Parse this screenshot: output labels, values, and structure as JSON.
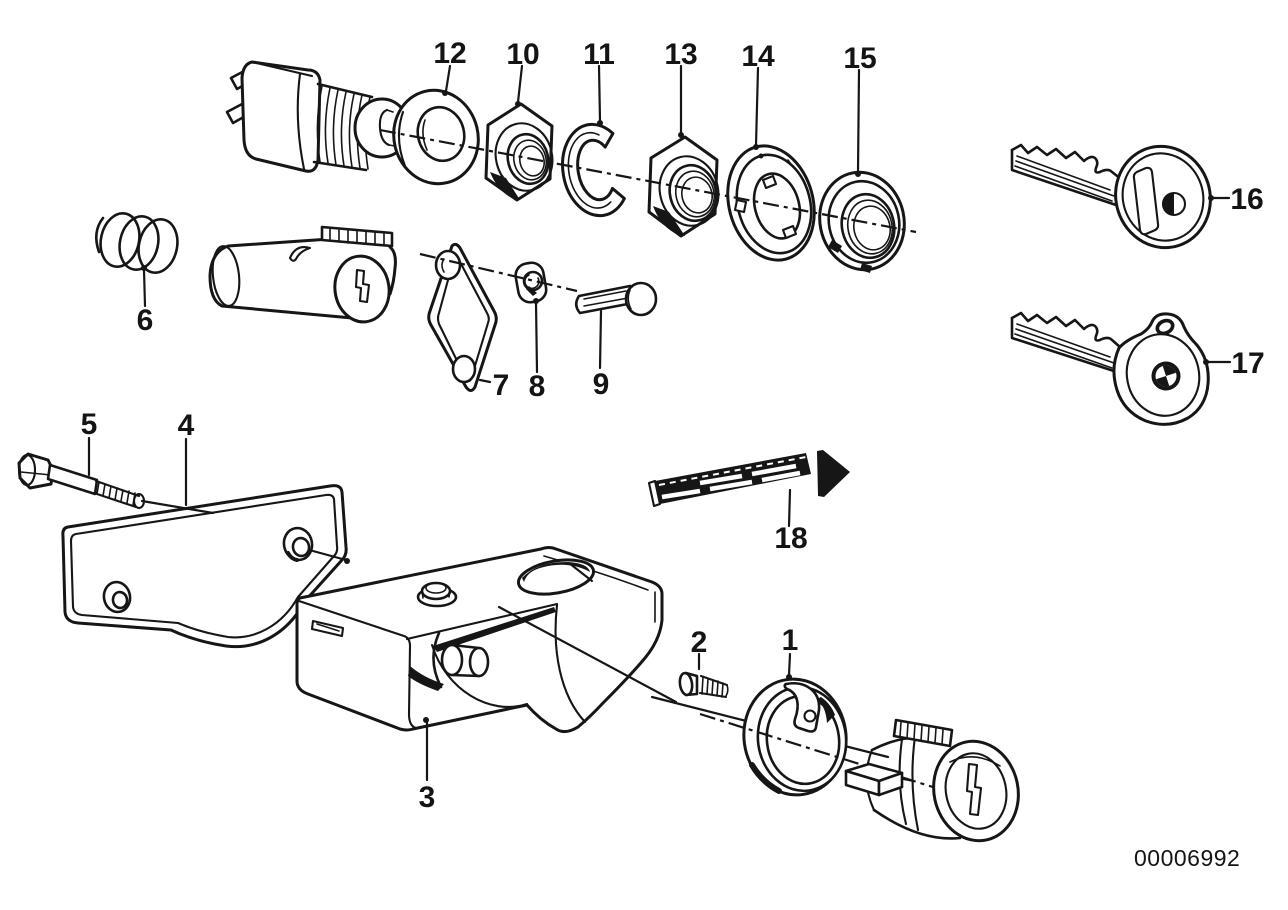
{
  "diagram": {
    "kind": "exploded-parts-diagram",
    "drawing_number": "00006992",
    "colors": {
      "background": "#ffffff",
      "line": "#161616"
    },
    "callouts": [
      {
        "label": "1",
        "part": "retaining-ring"
      },
      {
        "label": "2",
        "part": "fastening-screw"
      },
      {
        "label": "3",
        "part": "lock-bracket-housing"
      },
      {
        "label": "4",
        "part": "cover-plate"
      },
      {
        "label": "5",
        "part": "hex-bolt"
      },
      {
        "label": "6",
        "part": "coil-spring"
      },
      {
        "label": "7",
        "part": "gasket-plate"
      },
      {
        "label": "8",
        "part": "grommet-nut"
      },
      {
        "label": "9",
        "part": "pivot-pin"
      },
      {
        "label": "10",
        "part": "hex-nut"
      },
      {
        "label": "11",
        "part": "spring-washer"
      },
      {
        "label": "12",
        "part": "spacer-ring"
      },
      {
        "label": "13",
        "part": "hex-nut"
      },
      {
        "label": "14",
        "part": "lock-washer"
      },
      {
        "label": "15",
        "part": "slotted-ring-nut"
      },
      {
        "label": "16",
        "part": "key"
      },
      {
        "label": "17",
        "part": "key-with-emblem"
      },
      {
        "label": "18",
        "part": "cover-strip-arrow"
      }
    ]
  }
}
